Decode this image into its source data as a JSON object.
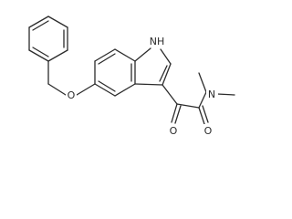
{
  "molecule": {
    "atom_labels": {
      "nh": "NH",
      "ether_o": "O",
      "amide_n": "N",
      "keto_o": "O",
      "amide_o": "O"
    },
    "line_color": "#2b2b2b",
    "background": "#ffffff"
  }
}
